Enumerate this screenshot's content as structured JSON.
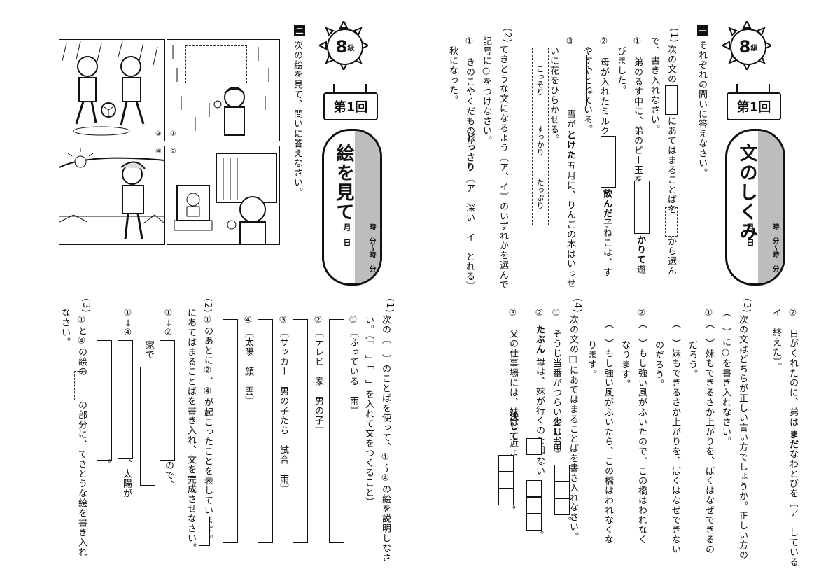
{
  "left": {
    "level_num": "8",
    "level_unit": "級",
    "round": "第1回",
    "title": "絵を見て",
    "time_from": "時　分",
    "time_to": "時　分",
    "tilde": "〜",
    "date": "月　日",
    "section_marker": "二",
    "instruction": "次の絵を見て、問いに答えなさい。",
    "panel_labels": [
      "①",
      "②",
      "③",
      "④"
    ],
    "q1": {
      "num": "(1)",
      "text_1": "次の〔　〕のことばを使って、①〜④の絵を説明しなさ",
      "text_2": "い。（「　」「　」を入れて文をつくること）",
      "items": [
        {
          "n": "①",
          "words": "〔ふっている　雨〕"
        },
        {
          "n": "②",
          "words": "〔テレビ　家　男の子〕"
        },
        {
          "n": "③",
          "words": "〔サッカー　男の子たち　試合　雨〕"
        },
        {
          "n": "④",
          "words": "〔太陽　顔　雲〕"
        }
      ]
    },
    "q2": {
      "num": "(2)",
      "text_1": "①のあとに②、④が起こったことを表しています。",
      "text_2": "にあてはまることばを書き入れ、文を完成させなさい。",
      "item_a_label": "①→②",
      "item_a_text1": "家で",
      "item_a_text2": "ので、",
      "item_b_label": "①→④",
      "item_b_text1": "、太陽が",
      "item_b_text2": "。"
    },
    "q3": {
      "num": "(3)",
      "text_1": "①と④の絵の",
      "text_2": "の部分に、てきとうな絵を書き入れ",
      "text_3": "なさい。"
    }
  },
  "right": {
    "level_num": "8",
    "level_unit": "級",
    "round": "第1回",
    "title": "文のしくみ",
    "time_from": "時　分",
    "time_to": "時　分",
    "tilde": "〜",
    "date": "月　日",
    "section_marker": "一",
    "instruction": "それぞれの問いに答えなさい。",
    "q1": {
      "num": "(1)",
      "text_1": "次の文の",
      "text_2": "にあてはまることばを",
      "text_3": "から選ん",
      "text_4": "で、書き入れなさい。",
      "s1_a": "①　弟のるす中に、弟のビー玉を、",
      "s1_b": "かりて",
      "s1_c": "遊",
      "s1_d": "びました。",
      "s2_a": "②　母が入れたミルクを",
      "s2_b": "飲んだ",
      "s2_c": "子ねこは、す",
      "s2_d": "やすやとねている。",
      "s3_a": "③",
      "s3_b": "雪が",
      "s3_c": "とけた",
      "s3_d": "五月に、りんごの木はいっせ",
      "s3_e": "いに花をひらかせる。",
      "choices": [
        "こっそり",
        "すっかり",
        "たっぷり"
      ]
    },
    "q2": {
      "num": "(2)",
      "text_1": "てきとうな文になるよう〔ア、イ〕のいずれかを選んで",
      "text_2": "記号に○をつけなさい。",
      "s1_a": "①　きのこやくだものが",
      "s1_b": "どっさり",
      "s1_c": "〔ア　深い　イ　とれる〕",
      "s1_d": "秋になった。",
      "s2_a": "②　日がくれたのに、弟は",
      "s2_b": "まだ",
      "s2_c": "なわとびを〔ア　している",
      "s2_d": "イ　終えた〕。"
    },
    "q3": {
      "num": "(3)",
      "text_1": "次の文はどちらが正しい言い方でしょうか。正しい方の",
      "text_2": "（　）に○を書き入れなさい。",
      "s1_a": "①（　）妹もできるさか上がりを、ぼくはなぜできるの",
      "s1_b": "だろう。",
      "s1_c": "（　）妹もできるさか上がりを、ぼくはなぜできない",
      "s1_d": "のだろう。",
      "s2_a": "②（　）もし強い風がふいたので、この橋はわれなく",
      "s2_b": "なります。",
      "s2_c": "（　）もし強い風がふいたら、この橋はわれなくな",
      "s2_d": "ります。"
    },
    "q4": {
      "num": "(4)",
      "text_1": "次の文の□にあてはまることばを書き入れなさい。",
      "s1_a": "①　そうじ当番がつらいとは、",
      "s1_b": "少しも",
      "s1_c": "思",
      "s1_d": "。",
      "s2_a": "②",
      "s2_b": "たぶん",
      "s2_c": "母は、妹が行くのを知",
      "s2_d": "ない",
      "s2_e": "。",
      "s3_a": "③　父の仕事場には、妹は",
      "s3_b": "決して",
      "s3_c": "近よ",
      "s3_d": "。"
    }
  }
}
